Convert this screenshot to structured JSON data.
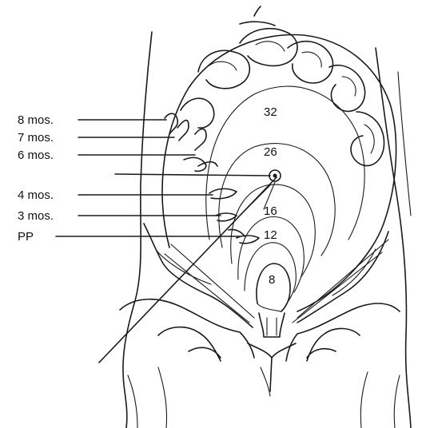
{
  "month_labels": {
    "m8": "8 mos.",
    "m7": "7 mos.",
    "m6": "6 mos.",
    "m4": "4 mos.",
    "m3": "3 mos.",
    "pp": "PP"
  },
  "week_labels": {
    "w32": "32",
    "w26": "26",
    "w16": "16",
    "w12": "12",
    "w8": "8"
  }
}
